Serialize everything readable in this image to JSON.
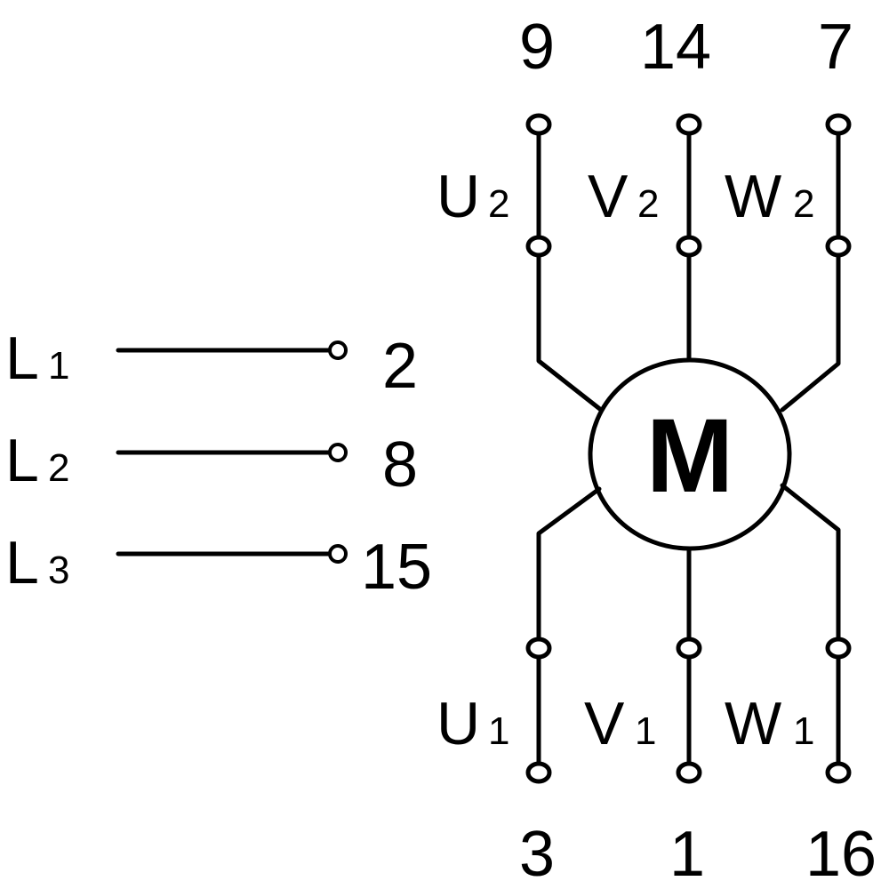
{
  "diagram": {
    "motor": {
      "symbol": "M"
    },
    "supply_lines": [
      {
        "letter": "L",
        "sub": "1",
        "terminal": "2"
      },
      {
        "letter": "L",
        "sub": "2",
        "terminal": "8"
      },
      {
        "letter": "L",
        "sub": "3",
        "terminal": "15"
      }
    ],
    "windings_top": [
      {
        "letter": "U",
        "sub": "2",
        "terminal": "9"
      },
      {
        "letter": "V",
        "sub": "2",
        "terminal": "14"
      },
      {
        "letter": "W",
        "sub": "2",
        "terminal": "7"
      }
    ],
    "windings_bottom": [
      {
        "letter": "U",
        "sub": "1",
        "terminal": "3"
      },
      {
        "letter": "V",
        "sub": "1",
        "terminal": "1"
      },
      {
        "letter": "W",
        "sub": "1",
        "terminal": "16"
      }
    ]
  }
}
